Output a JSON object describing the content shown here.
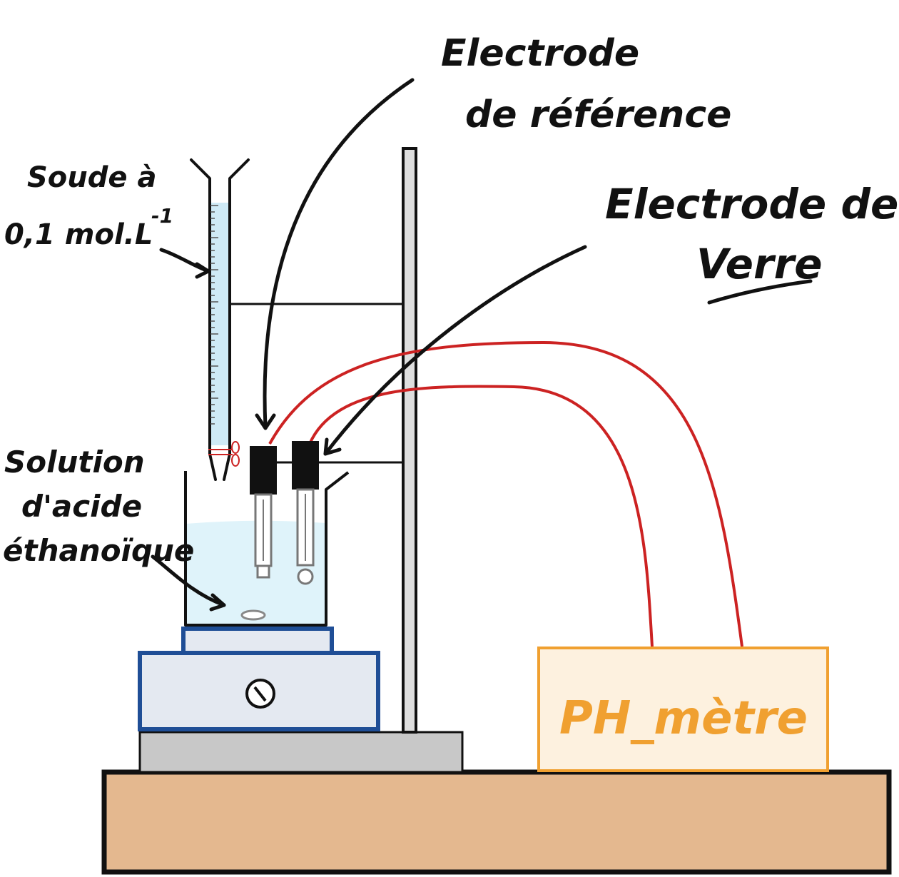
{
  "labels": {
    "naoh_line1": "Soude à",
    "naoh_line2": "0,1 mol.L",
    "naoh_exp": "-1",
    "ref_line1": "Electrode",
    "ref_line2": "de référence",
    "glass_line1": "Electrode de",
    "glass_line2": "Verre",
    "solution_line1": "Solution",
    "solution_line2": "d'acide",
    "solution_line3": "éthanoïque",
    "phmeter": "PH_mètre"
  },
  "colors": {
    "ink": "#111111",
    "wire": "#cc2222",
    "liquid": "#dff3fa",
    "burette_liquid": "#cfeaf6",
    "stirrer_blue": "#1f4e96",
    "stirrer_fill": "#e4e9f1",
    "base_gray": "#c8c8c8",
    "table": "#e4b88f",
    "phmeter_border": "#f0a030",
    "phmeter_fill": "#fdf1df",
    "phmeter_text": "#f0a030"
  },
  "icons": {
    "knob": "dial-knob-icon",
    "stir_bar": "stir-bar-icon"
  }
}
